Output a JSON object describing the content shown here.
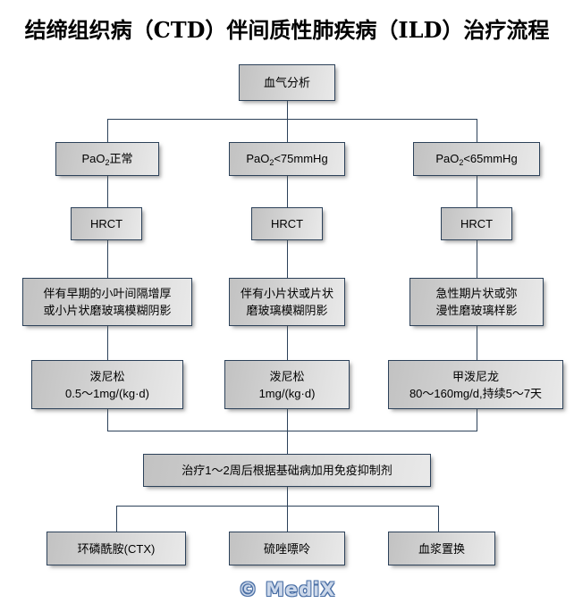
{
  "title": "结缔组织病（CTD）伴间质性肺疾病（ILD）治疗流程",
  "watermark": "© MediX",
  "colors": {
    "border": "#2c4159",
    "fill_light": "#e9e9e9",
    "fill_dark": "#c2c2c2",
    "text": "#000000",
    "watermark_outline": "#4a6fa5",
    "watermark_fill": "#ccd8ea",
    "background": "#ffffff"
  },
  "nodes": {
    "root": {
      "label": "血气分析"
    },
    "branch": [
      {
        "prefix": "PaO",
        "sub": "2",
        "suffix": "正常"
      },
      {
        "prefix": "PaO",
        "sub": "2",
        "suffix": "<75mmHg"
      },
      {
        "prefix": "PaO",
        "sub": "2",
        "suffix": "<65mmHg"
      }
    ],
    "imaging": [
      {
        "label": "HRCT"
      },
      {
        "label": "HRCT"
      },
      {
        "label": "HRCT"
      }
    ],
    "findings": [
      {
        "line1": "伴有早期的小叶间隔增厚",
        "line2": "或小片状磨玻璃模糊阴影"
      },
      {
        "line1": "伴有小片状或片状",
        "line2": "磨玻璃模糊阴影"
      },
      {
        "line1": "急性期片状或弥",
        "line2": "漫性磨玻璃样影"
      }
    ],
    "treatments": [
      {
        "line1": "泼尼松",
        "line2": "0.5～1mg/(kg·d)"
      },
      {
        "line1": "泼尼松",
        "line2": "1mg/(kg·d)"
      },
      {
        "line1": "甲泼尼龙",
        "line2": "80～160mg/d,持续5～7天"
      }
    ],
    "followup": {
      "label": "治疗1～2周后根据基础病加用免疫抑制剂"
    },
    "agents": [
      {
        "label": "环磷酰胺(CTX)"
      },
      {
        "label": "硫唑嘌呤"
      },
      {
        "label": "血浆置换"
      }
    ]
  }
}
